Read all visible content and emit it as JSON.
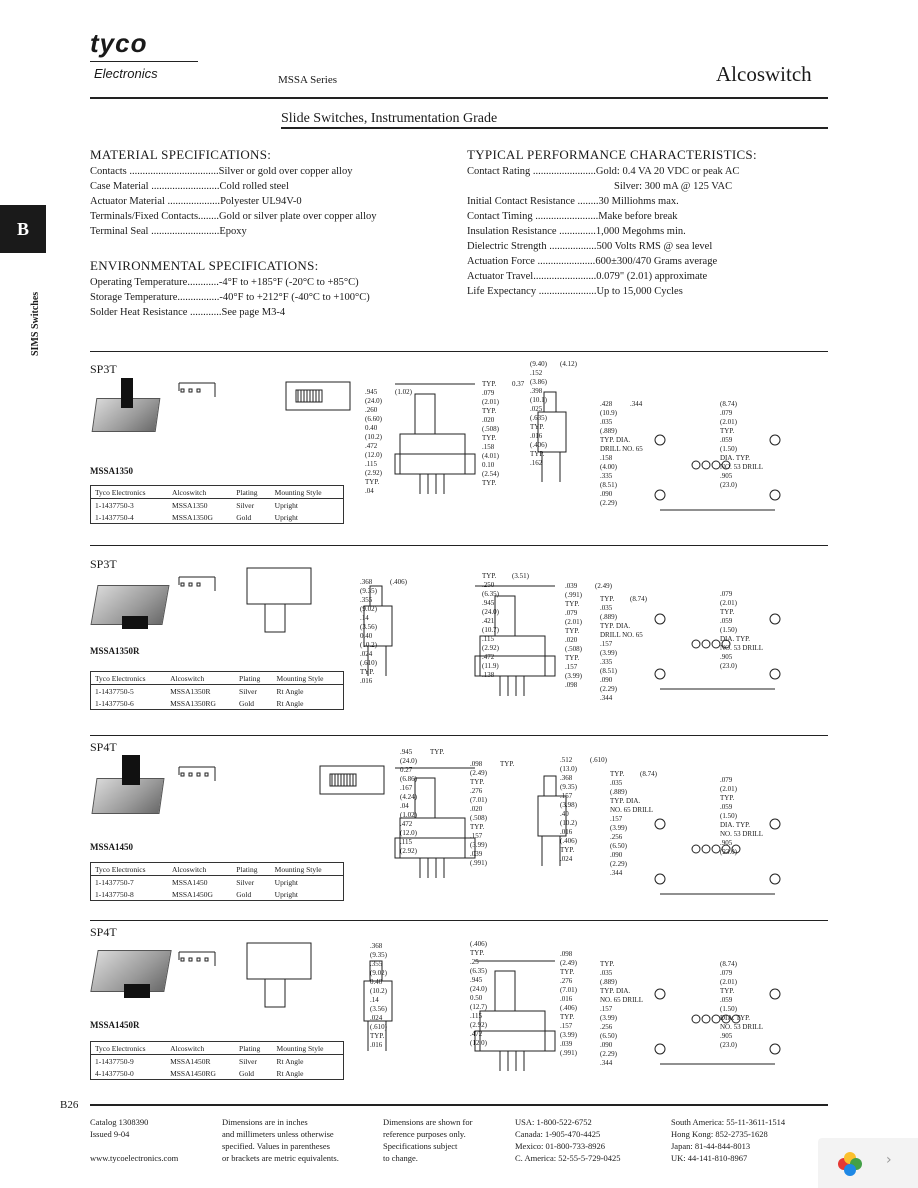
{
  "header": {
    "logo": "tyco",
    "logo_sub": "Electronics",
    "series": "MSSA Series",
    "brand": "Alcoswitch",
    "title": "Slide Switches, Instrumentation Grade"
  },
  "side_tab": {
    "letter": "B",
    "vertical_label": "SIMS Switches"
  },
  "material": {
    "heading": "MATERIAL SPECIFICATIONS:",
    "rows": [
      {
        "label": "Contacts ..................................",
        "value": "Silver or gold over copper alloy"
      },
      {
        "label": "Case Material ..........................",
        "value": "Cold rolled steel"
      },
      {
        "label": "Actuator Material ....................",
        "value": "Polyester UL94V-0"
      },
      {
        "label": "Terminals/Fixed Contacts........",
        "value": "Gold or silver plate over copper alloy"
      },
      {
        "label": "Terminal Seal ..........................",
        "value": "Epoxy"
      }
    ]
  },
  "environmental": {
    "heading": "ENVIRONMENTAL SPECIFICATIONS:",
    "rows": [
      {
        "label": "Operating Temperature............",
        "value": "-4°F to +185°F (-20°C to +85°C)"
      },
      {
        "label": "Storage Temperature................",
        "value": "-40°F to +212°F (-40°C to +100°C)"
      },
      {
        "label": "Solder Heat Resistance ............",
        "value": "See page M3-4"
      }
    ]
  },
  "performance": {
    "heading": "TYPICAL PERFORMANCE CHARACTERISTICS:",
    "rows": [
      {
        "label": "Contact Rating ........................",
        "value": "Gold: 0.4 VA 20 VDC or peak AC"
      },
      {
        "label": "",
        "value": "Silver: 300 mA @ 125 VAC"
      },
      {
        "label": "Initial Contact Resistance ........",
        "value": "30 Milliohms max."
      },
      {
        "label": "Contact Timing ........................",
        "value": "Make before break"
      },
      {
        "label": "Insulation Resistance ..............",
        "value": "1,000 Megohms min."
      },
      {
        "label": "Dielectric Strength ..................",
        "value": "500 Volts RMS @ sea level"
      },
      {
        "label": "Actuation Force ......................",
        "value": "600±300/470 Grams average"
      },
      {
        "label": "Actuator Travel........................",
        "value": "0.079\" (2.01) approximate"
      },
      {
        "label": "Life Expectancy ......................",
        "value": "Up to 15,000 Cycles"
      }
    ]
  },
  "sections": [
    {
      "type": "SP3T",
      "model": "MSSA1350",
      "table_header": [
        "Tyco Electronics",
        "Alcoswitch",
        "Plating",
        "Mounting Style"
      ],
      "table_rows": [
        [
          "1-1437750-3",
          "MSSA1350",
          "Silver",
          "Upright"
        ],
        [
          "1-1437750-4",
          "MSSA1350G",
          "Gold",
          "Upright"
        ]
      ]
    },
    {
      "type": "SP3T",
      "model": "MSSA1350R",
      "table_header": [
        "Tyco Electronics",
        "Alcoswitch",
        "Plating",
        "Mounting Style"
      ],
      "table_rows": [
        [
          "1-1437750-5",
          "MSSA1350R",
          "Silver",
          "Rt Angle"
        ],
        [
          "1-1437750-6",
          "MSSA1350RG",
          "Gold",
          "Rt Angle"
        ]
      ]
    },
    {
      "type": "SP4T",
      "model": "MSSA1450",
      "table_header": [
        "Tyco Electronics",
        "Alcoswitch",
        "Plating",
        "Mounting Style"
      ],
      "table_rows": [
        [
          "1-1437750-7",
          "MSSA1450",
          "Silver",
          "Upright"
        ],
        [
          "1-1437750-8",
          "MSSA1450G",
          "Gold",
          "Upright"
        ]
      ]
    },
    {
      "type": "SP4T",
      "model": "MSSA1450R",
      "table_header": [
        "Tyco Electronics",
        "Alcoswitch",
        "Plating",
        "Mounting Style"
      ],
      "table_rows": [
        [
          "1-1437750-9",
          "MSSA1450R",
          "Silver",
          "Rt Angle"
        ],
        [
          "4-1437750-0",
          "MSSA1450RG",
          "Gold",
          "Rt Angle"
        ]
      ]
    }
  ],
  "dimensions": {
    "s1": [
      ".945",
      "(24.0)",
      ".260",
      "(6.60)",
      "0.40",
      "(10.2)",
      ".472",
      "(12.0)",
      ".115",
      "(2.92)",
      "TYP.",
      ".04",
      "(1.02)",
      "TYP.",
      ".079",
      "(2.01)",
      "TYP.",
      ".020",
      "(.508)",
      "TYP.",
      ".158",
      "(4.01)",
      "0.10",
      "(2.54)",
      "TYP.",
      "0.37",
      "(9.40)",
      ".152",
      "(3.86)",
      ".398",
      "(10.1)",
      ".025",
      "(.635)",
      "TYP.",
      ".016",
      "(.406)",
      "TYP.",
      ".162",
      "(4.12)",
      ".428",
      "(10.9)",
      ".035",
      "(.889)",
      "TYP. DIA.",
      "DRILL NO. 65",
      ".158",
      "(4.00)",
      ".335",
      "(8.51)",
      ".090",
      "(2.29)",
      ".344",
      "(8.74)",
      ".079",
      "(2.01)",
      "TYP.",
      ".059",
      "(1.50)",
      "DIA. TYP.",
      "NO. 53 DRILL",
      ".905",
      "(23.0)"
    ],
    "s2": [
      ".368",
      "(9.35)",
      ".355",
      "(9.02)",
      ".14",
      "(3.56)",
      "0.40",
      "(10.2)",
      ".024",
      "(.610)",
      "TYP.",
      ".016",
      "(.406)",
      "TYP.",
      ".250",
      "(6.35)",
      ".945",
      "(24.0)",
      ".421",
      "(10.7)",
      ".115",
      "(2.92)",
      ".472",
      "(11.9)",
      ".138",
      "(3.51)",
      ".039",
      "(.991)",
      "TYP.",
      ".079",
      "(2.01)",
      "TYP.",
      ".020",
      "(.508)",
      "TYP.",
      ".157",
      "(3.99)",
      ".098",
      "(2.49)",
      "TYP.",
      ".035",
      "(.889)",
      "TYP. DIA.",
      "DRILL NO. 65",
      ".157",
      "(3.99)",
      ".335",
      "(8.51)",
      ".090",
      "(2.29)",
      ".344",
      "(8.74)",
      ".079",
      "(2.01)",
      "TYP.",
      ".059",
      "(1.50)",
      "DIA. TYP.",
      "NO. 53 DRILL",
      ".905",
      "(23.0)"
    ],
    "s3": [
      ".945",
      "(24.0)",
      "0.27",
      "(6.86)",
      ".167",
      "(4.24)",
      ".04",
      "(1.02)",
      ".472",
      "(12.0)",
      ".115",
      "(2.92)",
      "TYP.",
      ".098",
      "(2.49)",
      "TYP.",
      ".276",
      "(7.01)",
      ".020",
      "(.508)",
      "TYP.",
      ".157",
      "(3.99)",
      ".039",
      "(.991)",
      "TYP.",
      ".512",
      "(13.0)",
      ".368",
      "(9.35)",
      ".157",
      "(3.98)",
      ".40",
      "(10.2)",
      ".016",
      "(.406)",
      "TYP.",
      ".024",
      "(.610)",
      "TYP.",
      ".035",
      "(.889)",
      "TYP. DIA.",
      "NO. 65 DRILL",
      ".157",
      "(3.99)",
      ".256",
      "(6.50)",
      ".090",
      "(2.29)",
      ".344",
      "(8.74)",
      ".079",
      "(2.01)",
      "TYP.",
      ".059",
      "(1.50)",
      "DIA. TYP.",
      "NO. 53 DRILL",
      ".905",
      "(23.0)"
    ],
    "s4": [
      ".368",
      "(9.35)",
      ".355",
      "(9.02)",
      "0.40",
      "(10.2)",
      ".14",
      "(3.56)",
      ".024",
      "(.610)",
      "TYP.",
      ".016",
      "(.406)",
      "TYP.",
      ".25",
      "(6.35)",
      ".945",
      "(24.0)",
      "0.50",
      "(12.7)",
      ".115",
      "(2.92)",
      ".472",
      "(12.0)",
      ".098",
      "(2.49)",
      "TYP.",
      ".276",
      "(7.01)",
      ".016",
      "(.406)",
      "TYP.",
      ".157",
      "(3.99)",
      ".039",
      "(.991)",
      "TYP.",
      ".035",
      "(.889)",
      "TYP. DIA.",
      "NO. 65 DRILL",
      ".157",
      "(3.99)",
      ".256",
      "(6.50)",
      ".090",
      "(2.29)",
      ".344",
      "(8.74)",
      ".079",
      "(2.01)",
      "TYP.",
      ".059",
      "(1.50)",
      "DIA. TYP.",
      "NO. 53 DRILL",
      ".905",
      "(23.0)"
    ]
  },
  "footer": {
    "page": "B26",
    "col1": [
      "Catalog 1308390",
      "Issued 9-04",
      "www.tycoelectronics.com"
    ],
    "col2": [
      "Dimensions are in inches",
      "and millimeters unless otherwise",
      "specified. Values in parentheses",
      "or brackets are metric equivalents."
    ],
    "col3": [
      "Dimensions are shown for",
      "reference purposes only.",
      "Specifications subject",
      "to change."
    ],
    "col4": [
      "USA: 1-800-522-6752",
      "Canada: 1-905-470-4425",
      "Mexico: 01-800-733-8926",
      "C. America: 52-55-5-729-0425"
    ],
    "col5": [
      "South America: 55-11-3611-1514",
      "Hong Kong: 852-2735-1628",
      "Japan: 81-44-844-8013",
      "UK: 44-141-810-8967"
    ]
  },
  "colors": {
    "ink": "#1a1a1a",
    "rule": "#222222",
    "tab": "#1a1a1a"
  }
}
